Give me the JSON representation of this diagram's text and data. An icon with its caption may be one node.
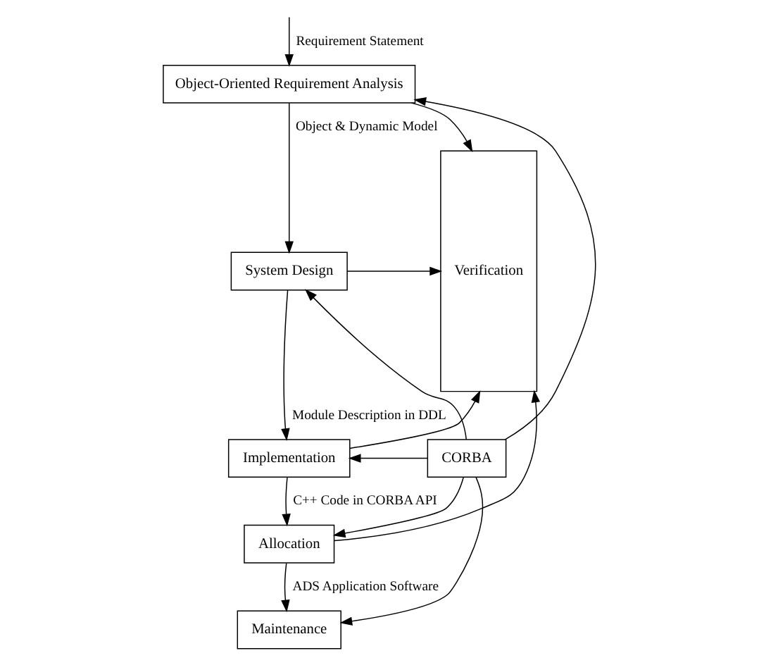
{
  "diagram": {
    "nodes": [
      {
        "text": [
          "Object-Oriented Requirement Analysis"
        ]
      },
      {
        "text": [
          "System Design"
        ]
      },
      {
        "text": [
          "Implementation"
        ]
      },
      {
        "text": [
          "Allocation"
        ]
      },
      {
        "text": [
          "Maintenance"
        ]
      },
      {
        "text": [
          "CORBA"
        ]
      },
      {
        "text": [
          "Verification"
        ]
      }
    ],
    "edges": [
      {
        "from": null,
        "to": 0,
        "arrow": "to",
        "label": "Requirement Statement"
      },
      {
        "from": 0,
        "to": 1,
        "arrow": "to",
        "label": "Object & Dynamic Model"
      },
      {
        "from": 0,
        "to": 6,
        "arrow": "to"
      },
      {
        "from": 1,
        "to": 2,
        "arrow": "to",
        "label": "Module Description in DDL"
      },
      {
        "from": 1,
        "to": 6,
        "arrow": "to"
      },
      {
        "from": 2,
        "to": 3,
        "arrow": "to",
        "label": "C++ Code in CORBA API"
      },
      {
        "from": 2,
        "to": 6,
        "arrow": "to"
      },
      {
        "from": 3,
        "to": 4,
        "arrow": "to",
        "label": "ADS Application Software"
      },
      {
        "from": 3,
        "to": 6,
        "arrow": "to"
      },
      {
        "from": 5,
        "to": 0,
        "arrow": "to"
      },
      {
        "from": 5,
        "to": 1,
        "arrow": "to"
      },
      {
        "from": 5,
        "to": 2,
        "arrow": "to"
      },
      {
        "from": 5,
        "to": 3,
        "arrow": "to"
      },
      {
        "from": 5,
        "to": 4,
        "arrow": "to"
      }
    ]
  }
}
